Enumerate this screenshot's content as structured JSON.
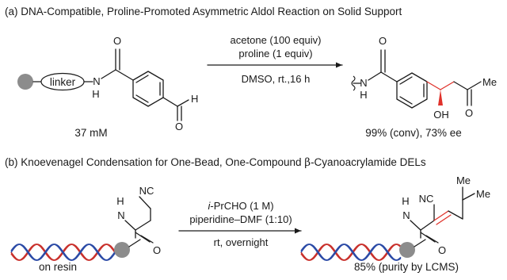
{
  "panel_a": {
    "title": "(a) DNA-Compatible, Proline-Promoted Asymmetric Aldol Reaction on Solid Support",
    "linker_label": "linker",
    "reagent_line1": "acetone (100 equiv)",
    "reagent_line2": "proline (1 equiv)",
    "conditions": "DMSO, rt.,16 h",
    "start_concentration": "37 mM",
    "result": "99% (conv), 73% ee",
    "atoms": {
      "O": "O",
      "H": "H",
      "N": "N",
      "OH": "OH",
      "Me": "Me"
    }
  },
  "panel_b": {
    "title_part1": "(b) Knoevenagel Condensation for One-Bead, One-Compound ",
    "title_part2": "β",
    "title_part3": "-Cyanoacrylamide DELs",
    "nitrile": "NC",
    "reagent_prefix": "i",
    "reagent_line1": "-PrCHO (1 M)",
    "reagent_line2": "piperidine–DMF (1:10)",
    "conditions": "rt, overnight",
    "start_label": "on resin",
    "result": "85% (purity by LCMS)",
    "atoms": {
      "O": "O",
      "H": "H",
      "N": "N",
      "NC": "NC",
      "Me": "Me"
    }
  },
  "colors": {
    "bead": "#8c8c8c",
    "highlight": "#e0322b",
    "dna_red": "#c9312c",
    "dna_blue": "#2b4aa6"
  }
}
